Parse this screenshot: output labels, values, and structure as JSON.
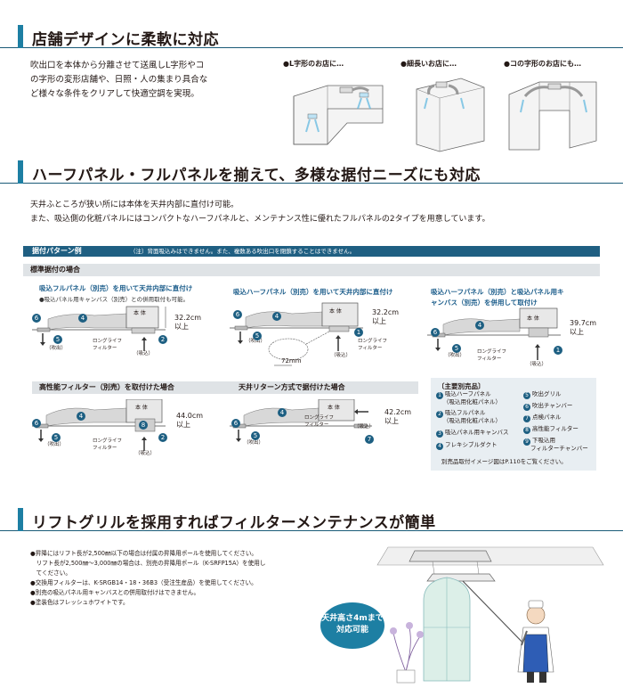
{
  "section1": {
    "title": "店舗デザインに柔軟に対応",
    "body": [
      "吹出口を本体から分離させて送風しL字形やコ",
      "の字形の変形店舗や、日照・人の集まり具合な",
      "ど様々な条件をクリアして快適空調を実現。"
    ],
    "captions": [
      "●L字形のお店に…",
      "●細長いお店に…",
      "●コの字形のお店にも…"
    ]
  },
  "section2": {
    "title": "ハーフパネル・フルパネルを揃えて、多様な据付ニーズにも対応",
    "body": [
      "天井ふところが狭い所には本体を天井内部に直付け可能。",
      "また、吸込側の化粧パネルにはコンパクトなハーフパネルと、メンテナンス性に優れたフルパネルの2タイプを用意しています。"
    ]
  },
  "panel": {
    "header": "据付パターン例",
    "note": "（注）背面吸込みはできません。また、複数ある吹出口を閉鎖することはできません。",
    "standard": "標準据付の場合",
    "case1": {
      "title": "吸込フルパネル（別売）を用いて天井内部に直付け",
      "note": "●吸込パネル用キャンバス（別売）との併用取付も可能。",
      "height": "32.2cm",
      "unit": "以上",
      "filter": [
        "ロングライフ",
        "フィルター"
      ],
      "intake": "（吸込）",
      "outlet": "（吹出）",
      "body": "本 体"
    },
    "case2": {
      "title": "吸込ハーフパネル（別売）を用いて天井内部に直付け",
      "height": "32.2cm",
      "unit": "以上",
      "filter": [
        "ロングライフ",
        "フィルター"
      ],
      "intake": "（吸込）",
      "outlet": "（吹出）",
      "body": "本 体",
      "width": "72mm"
    },
    "case3": {
      "title": [
        "吸込ハーフパネル（別売）と吸込パネル用キ",
        "ャンバス（別売）を併用して取付け"
      ],
      "height": "39.7cm",
      "unit": "以上",
      "filter": [
        "ロングライフ",
        "フィルター"
      ],
      "intake": "（吸込）",
      "outlet": "（吹出）",
      "body": "本 体"
    },
    "case4": {
      "title": "高性能フィルター（別売）を取付けた場合",
      "height": "44.0cm",
      "unit": "以上",
      "filter": [
        "ロングライフ",
        "フィルター"
      ],
      "intake": "（吸込）",
      "outlet": "（吹出）",
      "body": "本 体"
    },
    "case5": {
      "title": "天井リターン方式で据付けた場合",
      "height": "42.2cm",
      "unit": "以上",
      "filter": [
        "ロングライフ",
        "フィルター"
      ],
      "intake": "（吸込）",
      "outlet": "（吹出）",
      "body": "本 体"
    },
    "legend": {
      "title": "〔主要別売品〕",
      "items": [
        {
          "n": "1",
          "lines": [
            "吸込ハーフパネル",
            "（吸込用化粧パネル）"
          ]
        },
        {
          "n": "2",
          "lines": [
            "吸込フルパネル",
            "（吸込用化粧パネル）"
          ]
        },
        {
          "n": "3",
          "lines": [
            "吸込パネル用キャンバス"
          ]
        },
        {
          "n": "4",
          "lines": [
            "フレキシブルダクト"
          ]
        },
        {
          "n": "5",
          "lines": [
            "吹出グリル"
          ]
        },
        {
          "n": "6",
          "lines": [
            "吹出チャンバー"
          ]
        },
        {
          "n": "7",
          "lines": [
            "点検パネル"
          ]
        },
        {
          "n": "8",
          "lines": [
            "高性能フィルター"
          ]
        },
        {
          "n": "9",
          "lines": [
            "下吸込用",
            "フィルターチャンバー"
          ]
        }
      ],
      "footer": "別売品取付イメージ図はP.110をご覧ください。"
    }
  },
  "section3": {
    "title": "リフトグリルを採用すればフィルターメンテナンスが簡単",
    "bullets": [
      "●昇降にはリフト長が2,500㎜以下の場合は付属の昇降用ポールを使用してください。",
      "　リフト長が2,500㎜〜3,000㎜の場合は、別売の昇降用ポール（K-SRFP15A）を使用し",
      "　てください。",
      "●交換用フィルターは、K-SRGB14・18・36B3（受注生産品）を使用してください。",
      "●別売の吸込パネル用キャンバスとの併用取付けはできません。",
      "●塗装色はフレッシュホワイトです。"
    ],
    "badge": [
      "天井高さ4mまで",
      "対応可能"
    ]
  },
  "colors": {
    "accent": "#1d7fa3",
    "navy": "#1f5f82",
    "icon": "numbered-circle-icon"
  }
}
